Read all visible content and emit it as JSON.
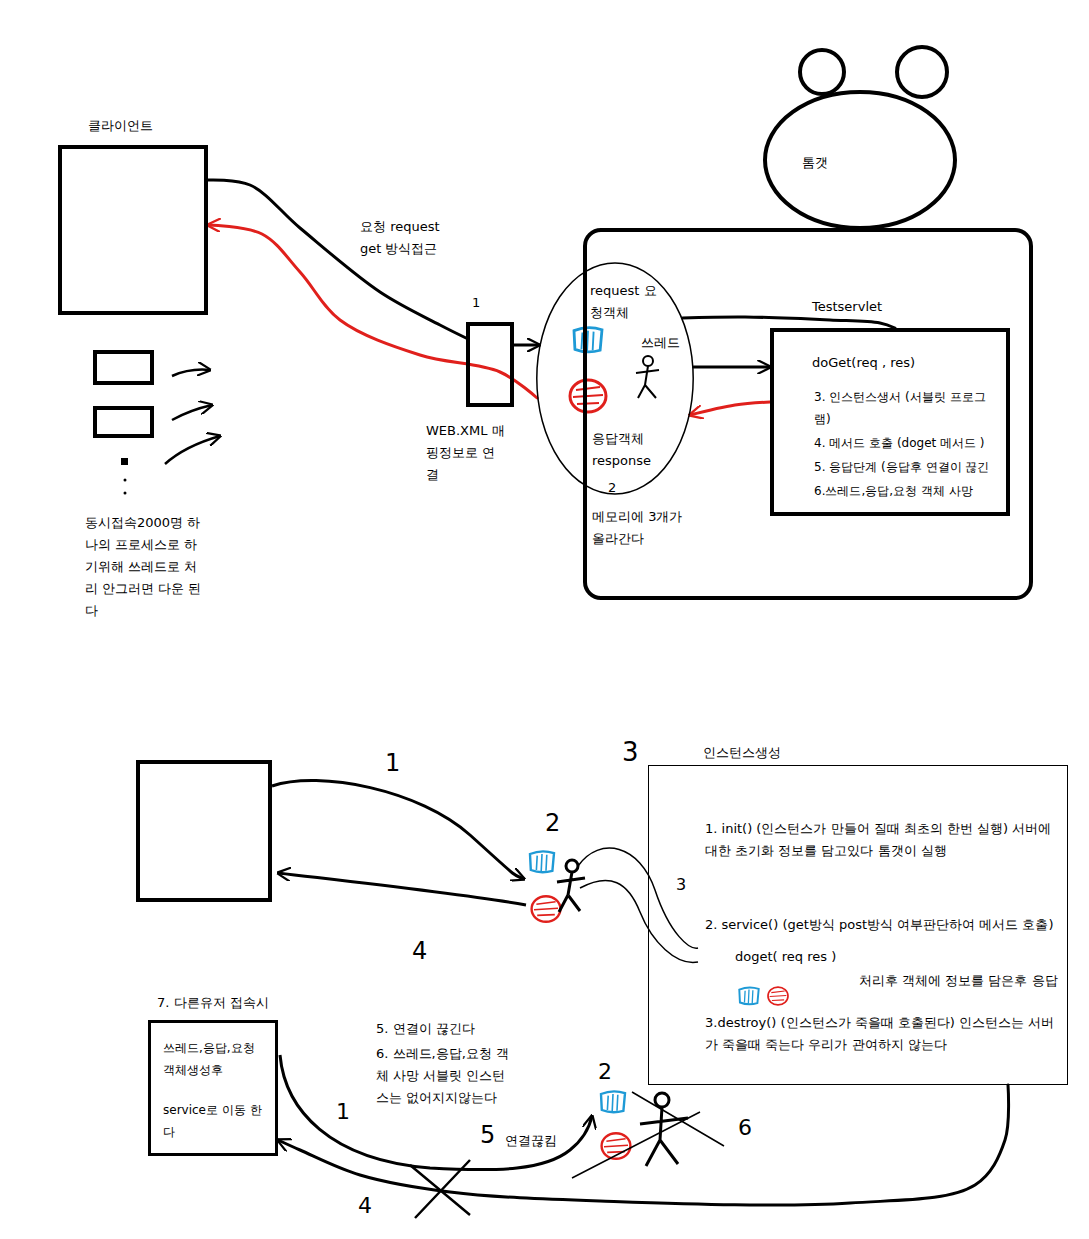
{
  "diagram": {
    "nodes": [
      {
        "text": [
          "클라이언트"
        ]
      },
      {
        "text": [
          "톰갯"
        ]
      },
      {
        "text": [
          "WEB.XML 매핑정보로 연결"
        ]
      },
      {
        "text": [
          "request 요청객체",
          "쓰레드",
          "응답객체 response",
          "2"
        ],
        "in": 1
      },
      {
        "text": [
          "Testservlet",
          "doGet(req , res)",
          "3. 인스턴스생서 (서블릿 프로그램)",
          "4. 메서드 호출 (doget 메서드 )",
          "5. 응답단계 (응답후 연결이 끊긴",
          "6.쓰레드,응답,요청 객체 사망"
        ],
        "in": 1
      },
      {
        "text": [
          "인스턴스생성",
          "1. init() (인스턴스가 만들어 질때 최초의 한번 실행) 서버에 대한 초기화 정보를 담고있다 톰갯이 실행",
          "2. service() (get방식 post방식 여부판단하여 메서드 호출)",
          "doget( req res )",
          "처리후 객체에 정보를 담은후 응답",
          "3.destroy() (인스턴스가 죽을때 호출된다) 인스턴스는 서버가 죽을때 죽는다 우리가 관여하지 않는다"
        ]
      },
      {
        "text": [
          "7. 다른유저 접속시",
          "쓰레드,응답,요청 객체생성후",
          "service로 이동 한다"
        ]
      }
    ],
    "edges": [
      {
        "from": 0,
        "to": 2,
        "arrow": "none",
        "label": "요청 request get 방식접근"
      },
      {
        "from": 2,
        "to": 3,
        "arrow": "to"
      },
      {
        "from": 3,
        "to": 4,
        "arrow": "none"
      },
      {
        "from": 3,
        "to": 4,
        "arrow": "to"
      },
      {
        "from": 4,
        "to": 3,
        "arrow": "to"
      },
      {
        "from": 3,
        "to": 0,
        "arrow": "to"
      },
      {
        "from": 5,
        "to": 6,
        "arrow": "to"
      }
    ],
    "labels": [
      "1",
      "메모리에 3개가 올라간다",
      "동시접속2000명 하나의 프로세스로 하기위해 쓰레드로 처리 안그러면 다운 된다",
      "3",
      "1",
      "2",
      "3",
      "4",
      "5. 연결이 끊긴다",
      "6. 쓰레드,응답,요청 객체 사망 서블릿 인스턴스는 없어지지않는다",
      "2",
      "1",
      "5",
      "연결끊킴",
      "6",
      "4"
    ]
  }
}
